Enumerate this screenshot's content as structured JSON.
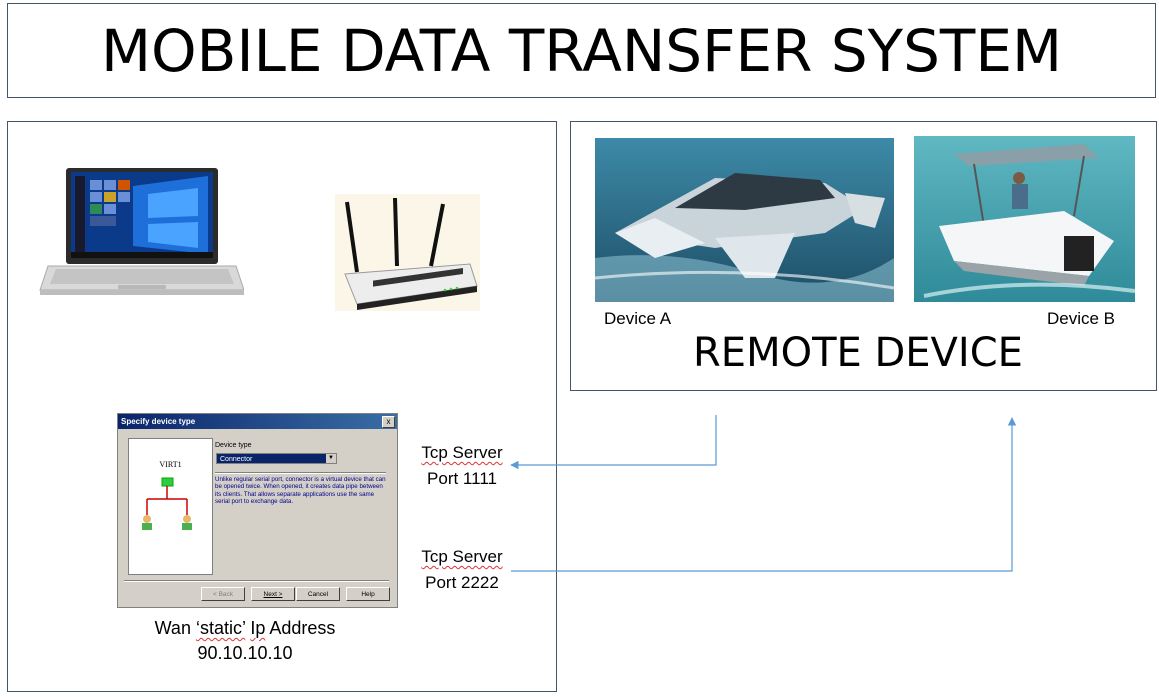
{
  "title": "MOBILE DATA TRANSFER SYSTEM",
  "remote": {
    "title": "REMOTE DEVICE",
    "device_a": "Device A",
    "device_b": "Device B"
  },
  "dialog": {
    "title": "Specify device type",
    "close": "x",
    "virt_label": "VIRT1",
    "device_type_label": "Device type",
    "selected_type": "Connector",
    "description": "Unlike regular serial port, connector is a virtual device that can be opened twice. When opened, it creates data pipe between its clients. That allows separate applications use the same serial port to exchange data.",
    "buttons": {
      "back": "< Back",
      "next": "Next >",
      "cancel": "Cancel",
      "help": "Help"
    }
  },
  "ports": [
    {
      "line1": "Tcp Server",
      "line2": "Port 1111"
    },
    {
      "line1": "Tcp Server",
      "line2": "Port 2222"
    }
  ],
  "wan": {
    "line1": "Wan ‘static’ Ip Address",
    "line2": "90.10.10.10"
  },
  "colors": {
    "border": "#44546a",
    "arrow": "#5b9bd5",
    "dialog_title": "#0a246a"
  }
}
